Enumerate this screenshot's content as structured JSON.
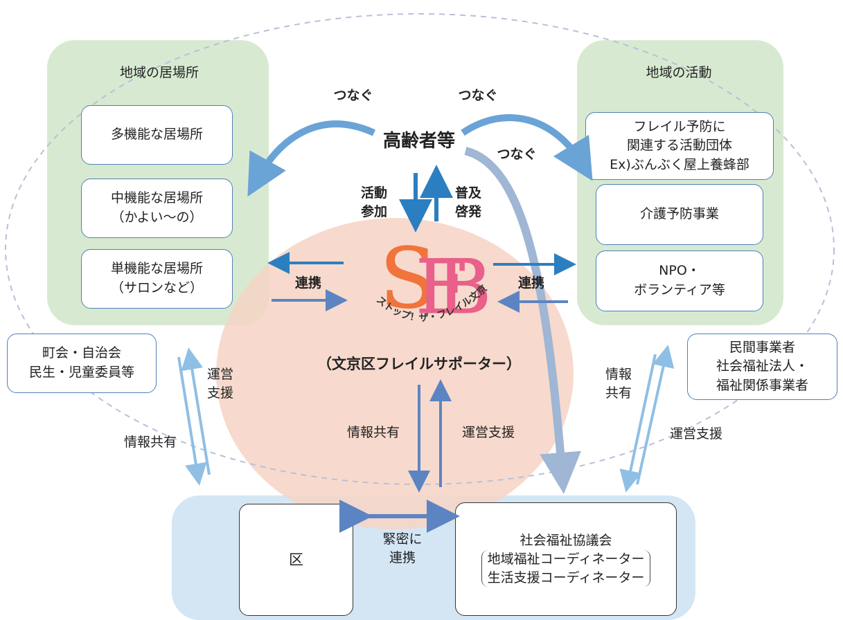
{
  "left_panel": {
    "title": "地域の居場所",
    "items": [
      "多機能な居場所",
      "中機能な居場所\n（かよい〜の）",
      "単機能な居場所\n（サロンなど）"
    ]
  },
  "right_panel": {
    "title": "地域の活動",
    "items": [
      "フレイル予防に\n関連する活動団体\nEx)ぶんぶく屋上養蜂部",
      "介護予防事業",
      "NPO・\nボランティア等"
    ]
  },
  "center": {
    "elderly": "高齢者等",
    "connect_left": "つなぐ",
    "connect_right": "つなぐ",
    "connect_down": "つなぐ",
    "activity_participation": "活動\n参加",
    "promotion": "普及\n啓発",
    "logo_letters": "SFB",
    "logo_arc_text": "ストップ！ザ・フレイル文京",
    "supporter_label": "（文京区フレイルサポーター）",
    "renkei_left": "連携",
    "renkei_right": "連携",
    "info_share": "情報共有",
    "operation_support": "運営支援"
  },
  "left_side": {
    "box": "町会・自治会\n民生・児童委員等",
    "operation_support": "運営\n支援",
    "info_share": "情報共有"
  },
  "right_side": {
    "box": "民間事業者\n社会福祉法人・\n福祉関係事業者",
    "info_share": "情報\n共有",
    "operation_support": "運営支援"
  },
  "bottom": {
    "ward": "区",
    "close_cooperation": "緊密に\n連携",
    "council_title": "社会福祉協議会",
    "council_roles": "地域福祉コーディネーター\n生活支援コーディネーター"
  },
  "colors": {
    "green_panel": "#d7ead1",
    "blue_panel": "#d4e6f4",
    "pink_circle": "#f6d3c4",
    "arrow_blue": "#2b7fc1",
    "arrow_light": "#8fbfe5",
    "logo_orange": "#f0743c",
    "logo_pink": "#e9608a",
    "dashed_ellipse": "#b9bfd8"
  }
}
